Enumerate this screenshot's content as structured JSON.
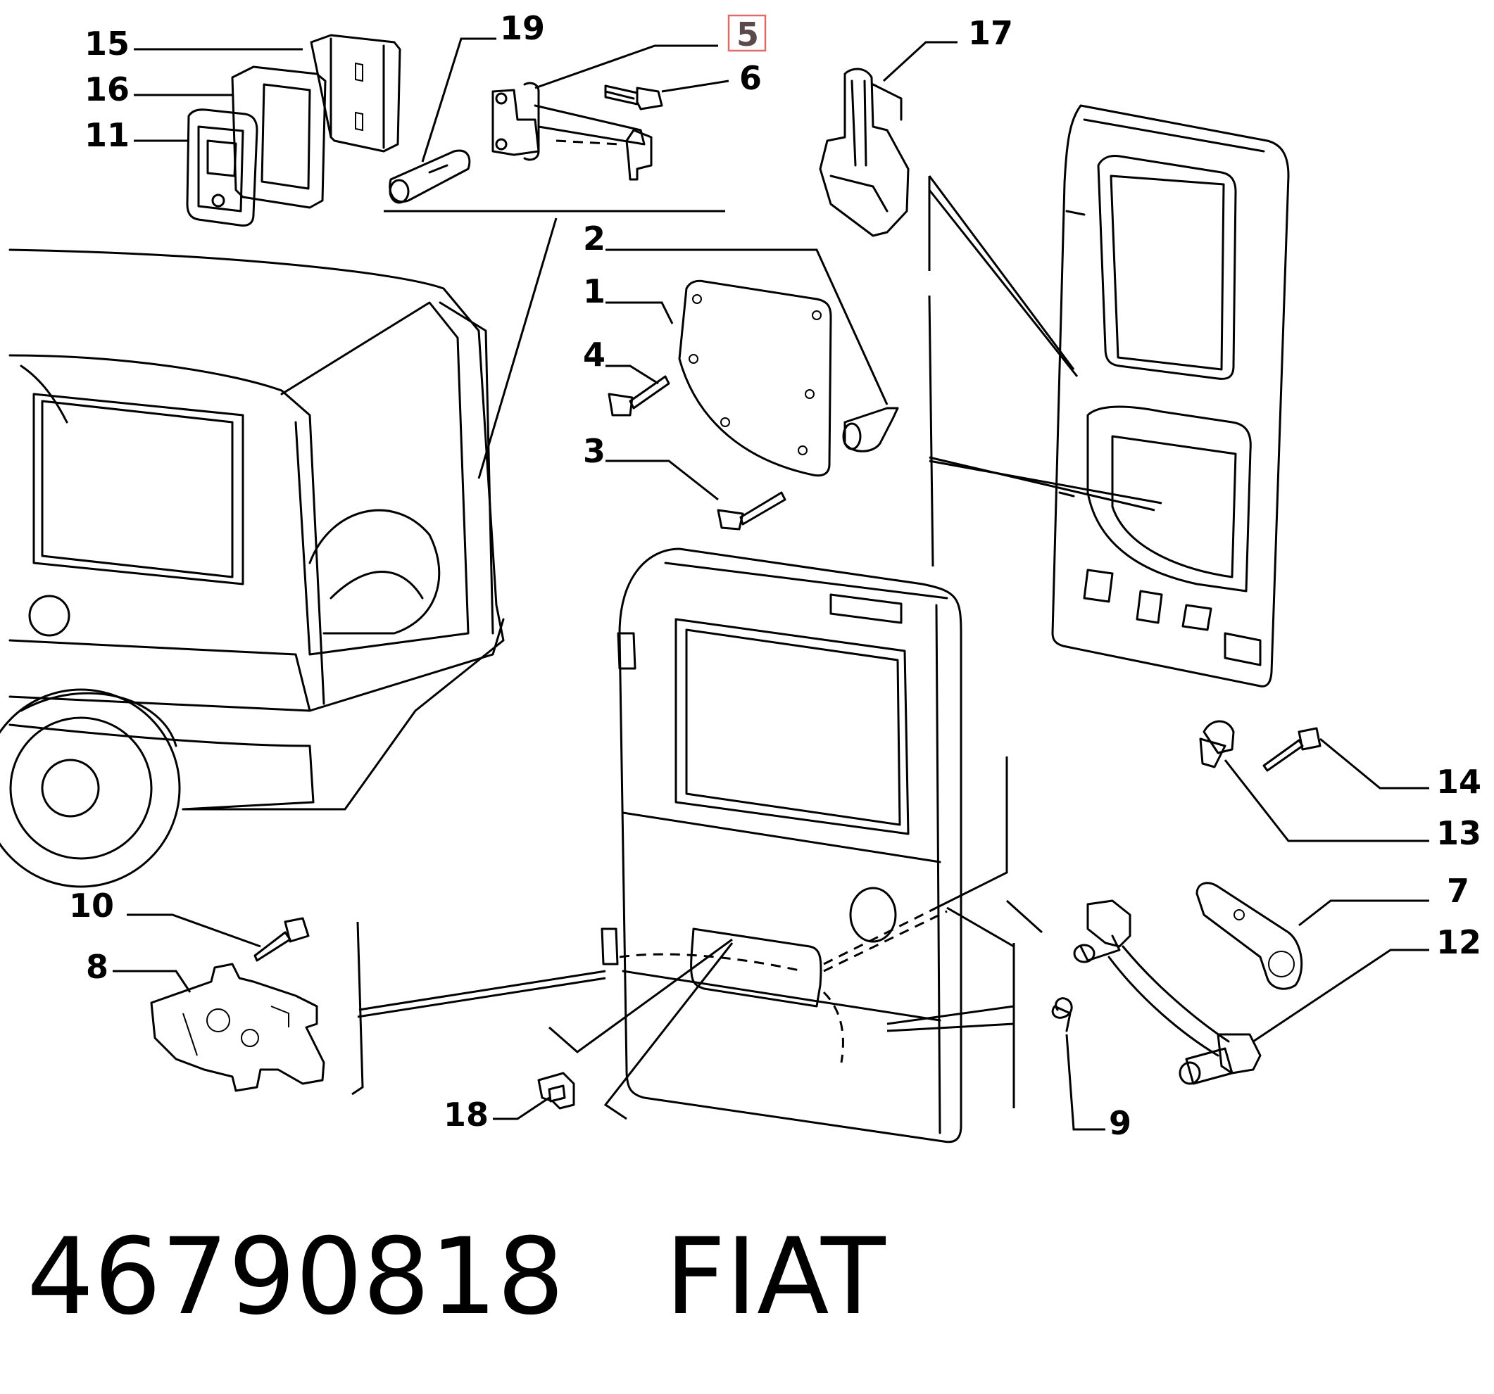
{
  "callouts": {
    "c1": "1",
    "c2": "2",
    "c3": "3",
    "c4": "4",
    "c5": "5",
    "c6": "6",
    "c7": "7",
    "c8": "8",
    "c9": "9",
    "c10": "10",
    "c11": "11",
    "c12": "12",
    "c13": "13",
    "c14": "14",
    "c15": "15",
    "c16": "16",
    "c17": "17",
    "c18": "18",
    "c19": "19"
  },
  "highlighted_callout": "5",
  "highlight_color": "#e06a6a",
  "footer": {
    "part_number": "46790818",
    "brand": "FIAT"
  }
}
